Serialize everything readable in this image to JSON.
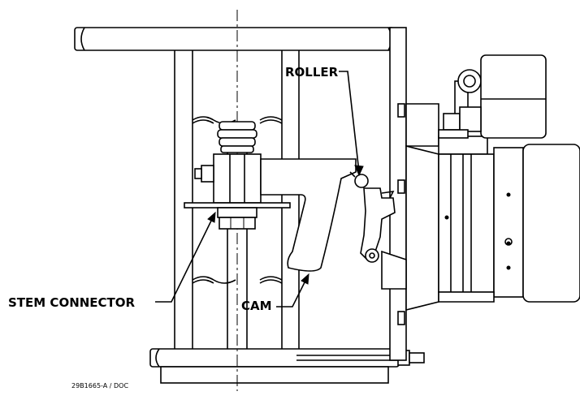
{
  "labels": {
    "roller": "ROLLER",
    "stem_connector": "STEM CONNECTOR",
    "cam": "CAM",
    "drawing_number": "29B1665-A / DOC"
  }
}
